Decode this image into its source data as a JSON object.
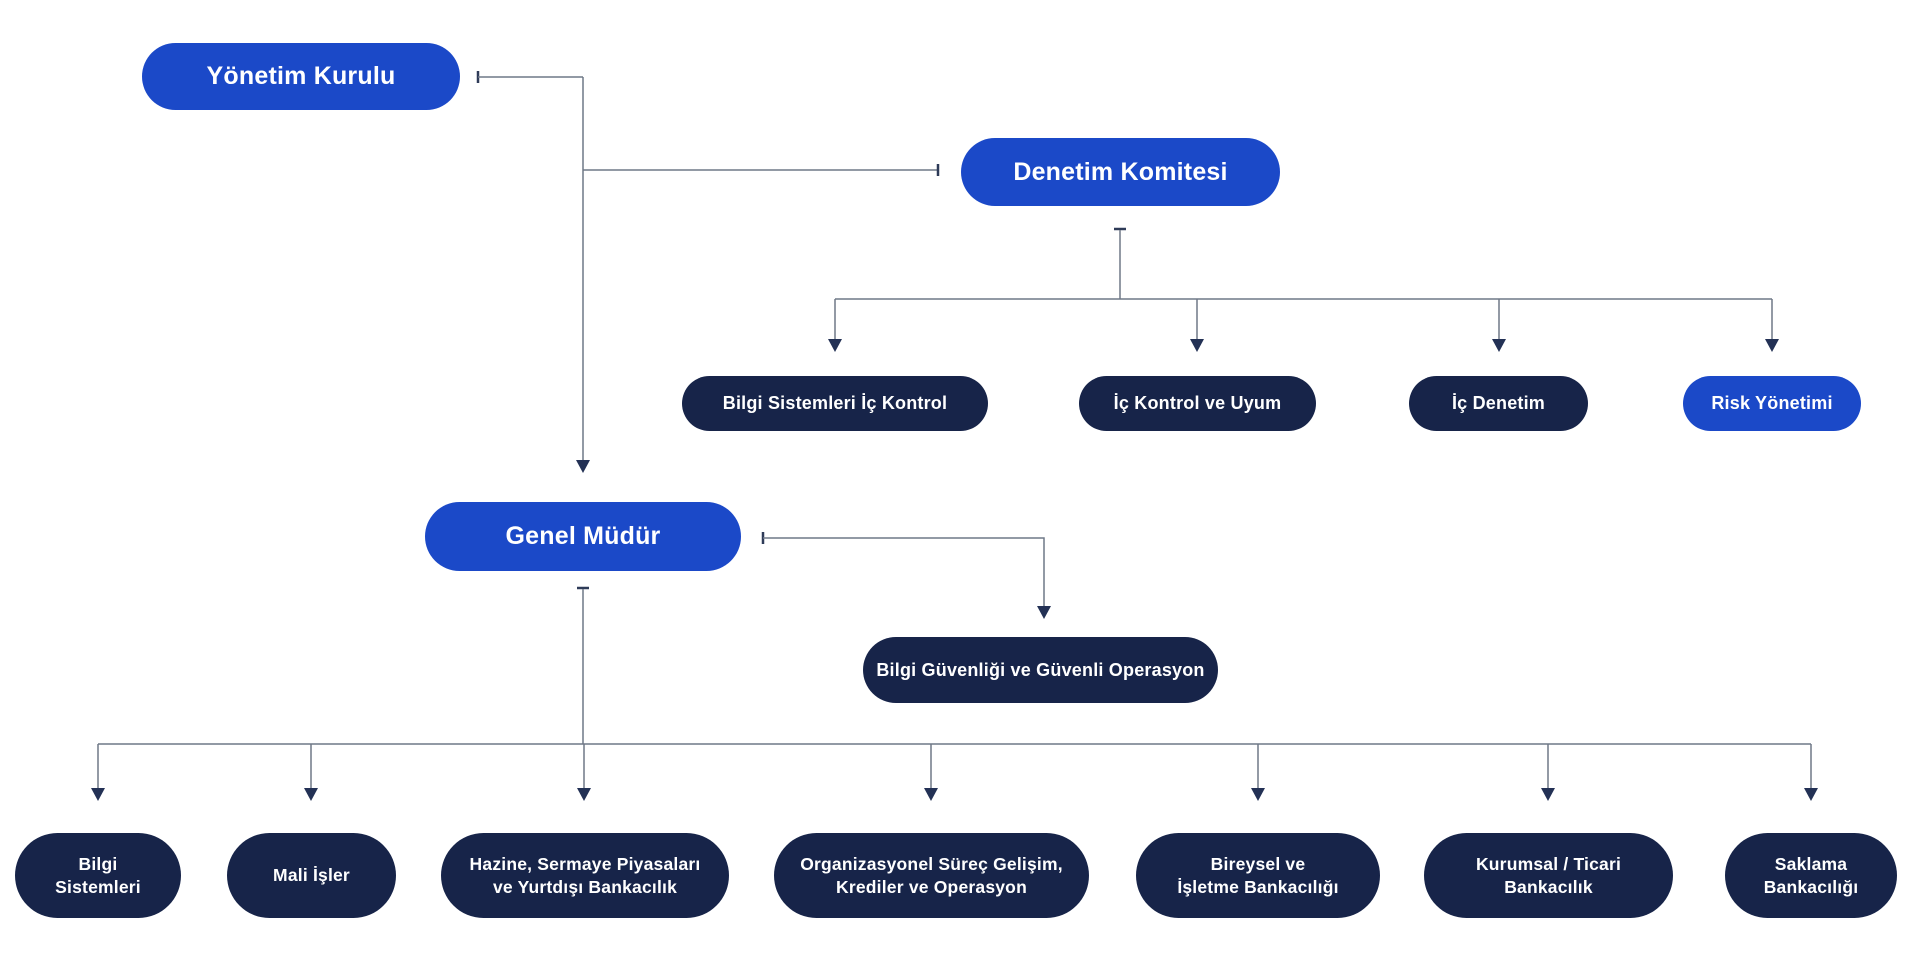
{
  "diagram": {
    "type": "org-chart",
    "language": "tr",
    "colors": {
      "primary_pill": "#1b49c8",
      "dark_pill": "#172449",
      "connector_line": "#6f7887",
      "connector_cap": "#2e3b58",
      "arrowhead": "#233155",
      "text": "#ffffff",
      "background": "#ffffff"
    },
    "nodes": {
      "yonetim_kurulu": {
        "label": "Yönetim Kurulu",
        "variant": "primary"
      },
      "denetim_komitesi": {
        "label": "Denetim Komitesi",
        "variant": "primary"
      },
      "bilgi_sistemleri_ic_kontrol": {
        "label": "Bilgi Sistemleri İç Kontrol",
        "variant": "dark"
      },
      "ic_kontrol_ve_uyum": {
        "label": "İç Kontrol ve Uyum",
        "variant": "dark"
      },
      "ic_denetim": {
        "label": "İç Denetim",
        "variant": "dark"
      },
      "risk_yonetimi": {
        "label": "Risk Yönetimi",
        "variant": "primary"
      },
      "genel_mudur": {
        "label": "Genel Müdür",
        "variant": "primary"
      },
      "bilgi_guvenligi": {
        "label": "Bilgi Güvenliği ve Güvenli Operasyon",
        "variant": "dark"
      },
      "bilgi_sistemleri": {
        "label": "Bilgi\nSistemleri",
        "variant": "dark"
      },
      "mali_isler": {
        "label": "Mali İşler",
        "variant": "dark"
      },
      "hazine": {
        "label": "Hazine, Sermaye Piyasaları\nve Yurtdışı Bankacılık",
        "variant": "dark"
      },
      "organizasyonel": {
        "label": "Organizasyonel Süreç Gelişim,\nKrediler ve Operasyon",
        "variant": "dark"
      },
      "bireysel": {
        "label": "Bireysel ve\nİşletme Bankacılığı",
        "variant": "dark"
      },
      "kurumsal": {
        "label": "Kurumsal / Ticari\nBankacılık",
        "variant": "dark"
      },
      "saklama": {
        "label": "Saklama\nBankacılığı",
        "variant": "dark"
      }
    },
    "edges": [
      {
        "from": "Yönetim Kurulu",
        "to": "Denetim Komitesi"
      },
      {
        "from": "Yönetim Kurulu",
        "to": "Genel Müdür"
      },
      {
        "from": "Denetim Komitesi",
        "to": "Bilgi Sistemleri İç Kontrol"
      },
      {
        "from": "Denetim Komitesi",
        "to": "İç Kontrol ve Uyum"
      },
      {
        "from": "Denetim Komitesi",
        "to": "İç Denetim"
      },
      {
        "from": "Denetim Komitesi",
        "to": "Risk Yönetimi"
      },
      {
        "from": "Genel Müdür",
        "to": "Bilgi Güvenliği ve Güvenli Operasyon"
      },
      {
        "from": "Genel Müdür",
        "to": "Bilgi Sistemleri"
      },
      {
        "from": "Genel Müdür",
        "to": "Mali İşler"
      },
      {
        "from": "Genel Müdür",
        "to": "Hazine, Sermaye Piyasaları ve Yurtdışı Bankacılık"
      },
      {
        "from": "Genel Müdür",
        "to": "Organizasyonel Süreç Gelişim, Krediler ve Operasyon"
      },
      {
        "from": "Genel Müdür",
        "to": "Bireysel ve İşletme Bankacılığı"
      },
      {
        "from": "Genel Müdür",
        "to": "Kurumsal / Ticari Bankacılık"
      },
      {
        "from": "Genel Müdür",
        "to": "Saklama Bankacılığı"
      }
    ]
  }
}
